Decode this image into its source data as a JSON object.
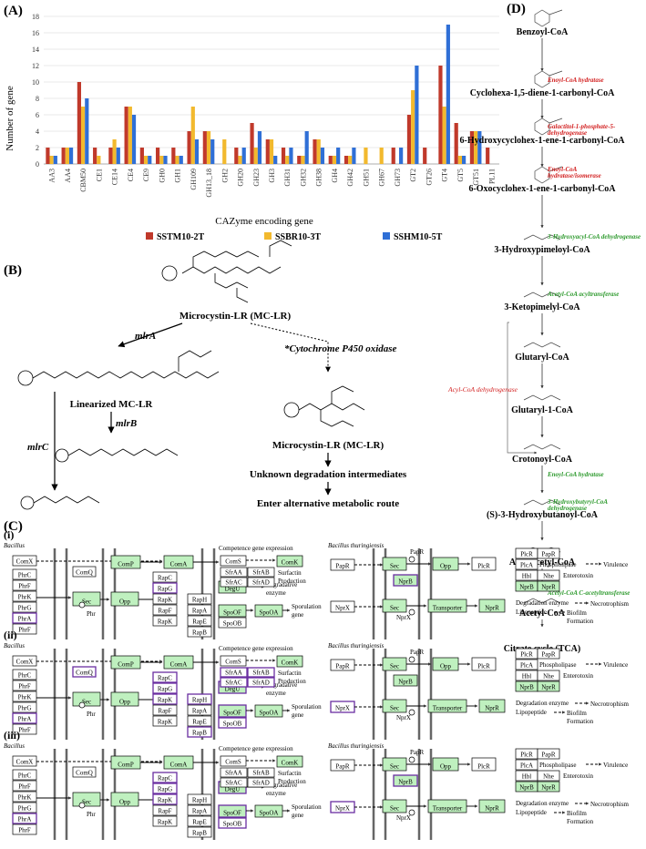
{
  "panel_a": {
    "label": "(A)",
    "chart_data": {
      "type": "bar",
      "ylabel": "Number of gene",
      "xlabel": "CAZyme encoding gene",
      "ylim": [
        0,
        18
      ],
      "yticks": [
        0,
        2,
        4,
        6,
        8,
        10,
        12,
        14,
        16,
        18
      ],
      "categories": [
        "AA3",
        "AA4",
        "CBM50",
        "CE1",
        "CE14",
        "CE4",
        "CE9",
        "GH0",
        "GH1",
        "GH109",
        "GH13_18",
        "GH2",
        "GH20",
        "GH23",
        "GH3",
        "GH31",
        "GH32",
        "GH38",
        "GH4",
        "GH42",
        "GH51",
        "GH67",
        "GH73",
        "GT2",
        "GT26",
        "GT4",
        "GT5",
        "GT51",
        "PL11"
      ],
      "series": [
        {
          "name": "SSTM10-2T",
          "color": "#c0392b",
          "values": [
            2,
            2,
            10,
            2,
            2,
            7,
            2,
            2,
            2,
            4,
            4,
            0,
            2,
            5,
            3,
            2,
            1,
            3,
            1,
            1,
            0,
            0,
            2,
            6,
            2,
            12,
            5,
            4,
            2
          ]
        },
        {
          "name": "SSBR10-3T",
          "color": "#f2b92e",
          "values": [
            1,
            2,
            7,
            1,
            3,
            7,
            1,
            1,
            1,
            7,
            4,
            3,
            1,
            2,
            3,
            1,
            1,
            3,
            1,
            1,
            2,
            2,
            0,
            9,
            0,
            7,
            1,
            4,
            0
          ]
        },
        {
          "name": "SSHM10-5T",
          "color": "#2f6fd6",
          "values": [
            1,
            2,
            8,
            0,
            2,
            6,
            1,
            1,
            1,
            3,
            3,
            0,
            2,
            4,
            1,
            2,
            4,
            2,
            2,
            2,
            0,
            0,
            2,
            12,
            0,
            17,
            1,
            4,
            0
          ]
        }
      ]
    }
  },
  "panel_b": {
    "label": "(B)",
    "top_compound": "Microcystin-LR (MC-LR)",
    "gene_mlrA": "mlrA",
    "gene_mlrB": "mlrB",
    "gene_mlrC": "mlrC",
    "enzyme_alt": "*Cytochrome P450 oxidase",
    "linearized": "Linearized MC-LR",
    "right_compound": "Microcystin-LR (MC-LR)",
    "unknown": "Unknown degradation intermediates",
    "alternative": "Enter alternative metabolic route"
  },
  "panel_c": {
    "label": "(C)",
    "rows": [
      {
        "roman": "(i)"
      },
      {
        "roman": "(ii)"
      },
      {
        "roman": "(iii)"
      }
    ],
    "bacillus": "Bacillus",
    "bt": "Bacillus thuringiensis",
    "left_genes": [
      "ComX",
      "PhrC",
      "PhrF",
      "PhrK",
      "PhrG",
      "PhrA",
      "PhrF"
    ],
    "comq": "ComQ",
    "sec": "Sec",
    "opp": "Opp",
    "phr": "Phr",
    "comp": "ComP",
    "coma": "ComA",
    "rap_left": [
      "RapC",
      "RapG",
      "RapK",
      "RapF",
      "RapK"
    ],
    "rap_right": [
      "RapH",
      "RapA",
      "RapE",
      "RapB"
    ],
    "degu": "DegU",
    "spo0f": "SpoOF",
    "spo0b": "SpoOB",
    "spo0a": "SpoOA",
    "coms": "ComS",
    "comk": "ComK",
    "sfr": [
      "SfrAA",
      "SfrAB",
      "SfrAC",
      "SfrAD"
    ],
    "competence": "Competence gene expression",
    "surfactin1": "Surfactin",
    "surfactin2": "Production",
    "degrad1": "Degradative",
    "degrad2": "enzyme",
    "sporul1": "Sporulation",
    "sporul2": "gene",
    "papr": "PapR",
    "nprb": "NprB",
    "nprx": "NprX",
    "plcr": "PlcR",
    "transporter": "Transporter",
    "nprr": "NprR",
    "plc_grid": [
      "PlcR",
      "PapR",
      "PlcA",
      "Hbl",
      "Nhe",
      "NprB",
      "NprR"
    ],
    "phospholipase": "Phospholipase",
    "enterotoxin": "Enterotoxin",
    "virulence": "Virulence",
    "deg_enzyme": "Degradation enzyme",
    "lipopeptide": "Lipopeptide",
    "necro": "Necrotrophism",
    "biofilm": "Biofilm",
    "formation": "Formation"
  },
  "panel_d": {
    "label": "(D)",
    "compounds": [
      "Benzoyl-CoA",
      "Cyclohexa-1,5-diene-1-carbonyl-CoA",
      "6-Hydroxycyclohex-1-ene-1-carbonyl-CoA",
      "6-Oxocyclohex-1-ene-1-carbonyl-CoA",
      "3-Hydroxypimeloyl-CoA",
      "3-Ketopimelyl-CoA",
      "Glutaryl-CoA",
      "Glutaryl-1-CoA",
      "Crotonoyl-CoA",
      "(S)-3-Hydroxybutanoyl-CoA",
      "Acetoacetyl-CoA",
      "Acetyl-CoA",
      "Citrate cycle (TCA)"
    ],
    "enzymes": [
      {
        "text": "Enoyl-CoA hydratase",
        "color": "#d21f1f"
      },
      {
        "text": "Galactitol-1-phosphate-5-",
        "color": "#d21f1f"
      },
      {
        "text": "dehydrogenase",
        "color": "#d21f1f"
      },
      {
        "text": "Enoyl-CoA",
        "color": "#d21f1f"
      },
      {
        "text": "hydratase/isomerase",
        "color": "#d21f1f"
      },
      {
        "text": "3-Hydroxyacyl-CoA dehydrogenase",
        "color": "#2e9a2e"
      },
      {
        "text": "Acetyl-CoA acyltransferase",
        "color": "#2e9a2e"
      },
      {
        "text": "Enoyl-CoA hydratase",
        "color": "#2e9a2e"
      },
      {
        "text": "3-Hydroxybutyryl-CoA",
        "color": "#2e9a2e"
      },
      {
        "text": "dehydrogenase",
        "color": "#2e9a2e"
      },
      {
        "text": "Acetyl-CoA C-acetyltransferase",
        "color": "#2e9a2e"
      }
    ],
    "side_enzyme": "Acyl-CoA dehydrogenase"
  }
}
